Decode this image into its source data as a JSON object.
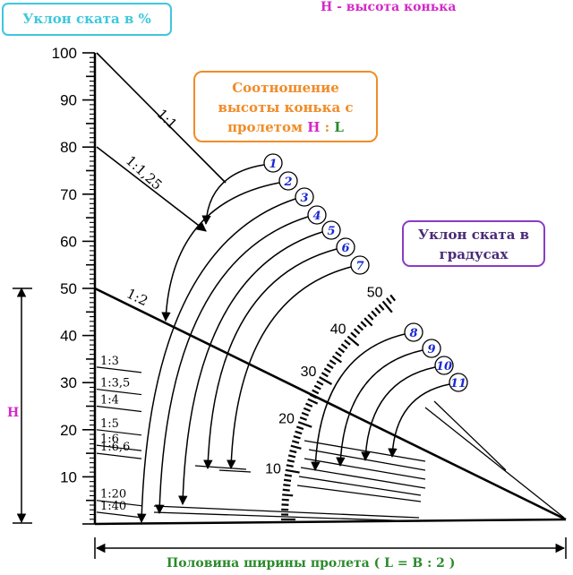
{
  "labels": {
    "percent_box": "Уклон ската в %",
    "ridge_height": "H - высота конька",
    "ratio_box_line1": "Соотношение",
    "ratio_box_line2": "высоты конька с",
    "ratio_box_line3_prefix": "пролетом ",
    "ratio_box_H": "H",
    "ratio_box_sep": " : ",
    "ratio_box_L": "L",
    "degrees_box_line1": "Уклон ската в",
    "degrees_box_line2": "градусах",
    "h_side": "H",
    "bottom": "Половина ширины пролета ( L = B : 2 )"
  },
  "percent_ticks": [
    "100",
    "90",
    "80",
    "70",
    "60",
    "50",
    "40",
    "30",
    "20",
    "10"
  ],
  "percent_values": [
    100,
    90,
    80,
    70,
    60,
    50,
    40,
    30,
    20,
    10
  ],
  "degree_ticks": [
    "50",
    "40",
    "30",
    "20",
    "10"
  ],
  "degree_values": [
    50,
    40,
    30,
    20,
    10
  ],
  "ratio_lines": [
    {
      "label": "1:1",
      "percent": 100
    },
    {
      "label": "1:1,25",
      "percent": 80
    },
    {
      "label": "1:2",
      "percent": 50
    }
  ],
  "ratio_small": [
    {
      "label": "1:3",
      "percent": 33.3
    },
    {
      "label": "1:3,5",
      "percent": 28.6
    },
    {
      "label": "1:4",
      "percent": 25
    },
    {
      "label": "1:5",
      "percent": 20
    },
    {
      "label": "1:6",
      "percent": 16.7
    },
    {
      "label": "1:6,6",
      "percent": 15
    },
    {
      "label": "1:20",
      "percent": 5
    },
    {
      "label": "1:40",
      "percent": 2.5
    }
  ],
  "markers": [
    "1",
    "2",
    "3",
    "4",
    "5",
    "6",
    "7",
    "8",
    "9",
    "10",
    "11"
  ],
  "colors": {
    "percent": "#3ec7dd",
    "ratio": "#f08c28",
    "degrees": "#8a3cc4",
    "ridge": "#d428c8",
    "bottom": "#2a8a2a",
    "marker_text": "#1a2ad0"
  }
}
